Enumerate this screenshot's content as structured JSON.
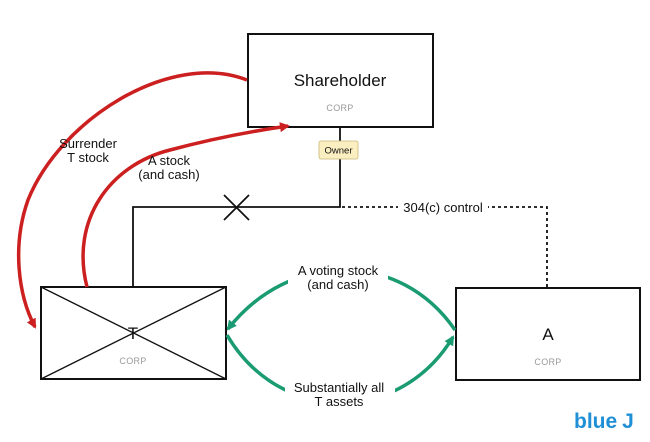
{
  "entities": {
    "shareholder": {
      "title": "Shareholder",
      "type": "CORP"
    },
    "t_corp": {
      "title": "T",
      "type": "CORP"
    },
    "a_corp": {
      "title": "A",
      "type": "CORP"
    }
  },
  "ownership_tag": "Owner",
  "control_label": "304(c) control",
  "flows": {
    "surrender": [
      "Surrender",
      "T stock"
    ],
    "a_stock_to_shareholder": [
      "A stock",
      "(and cash)"
    ],
    "a_voting_stock": [
      "A voting stock",
      "(and cash)"
    ],
    "t_assets": [
      "Substantially all",
      "T assets"
    ]
  },
  "colors": {
    "red_arrow": "#cc1f1f",
    "green_arrow": "#1a9b72",
    "tag_fill": "#fbeec0",
    "brand": "#1f8fd6"
  },
  "brand": {
    "text_prefix": "blue",
    "text_suffix": "J"
  }
}
